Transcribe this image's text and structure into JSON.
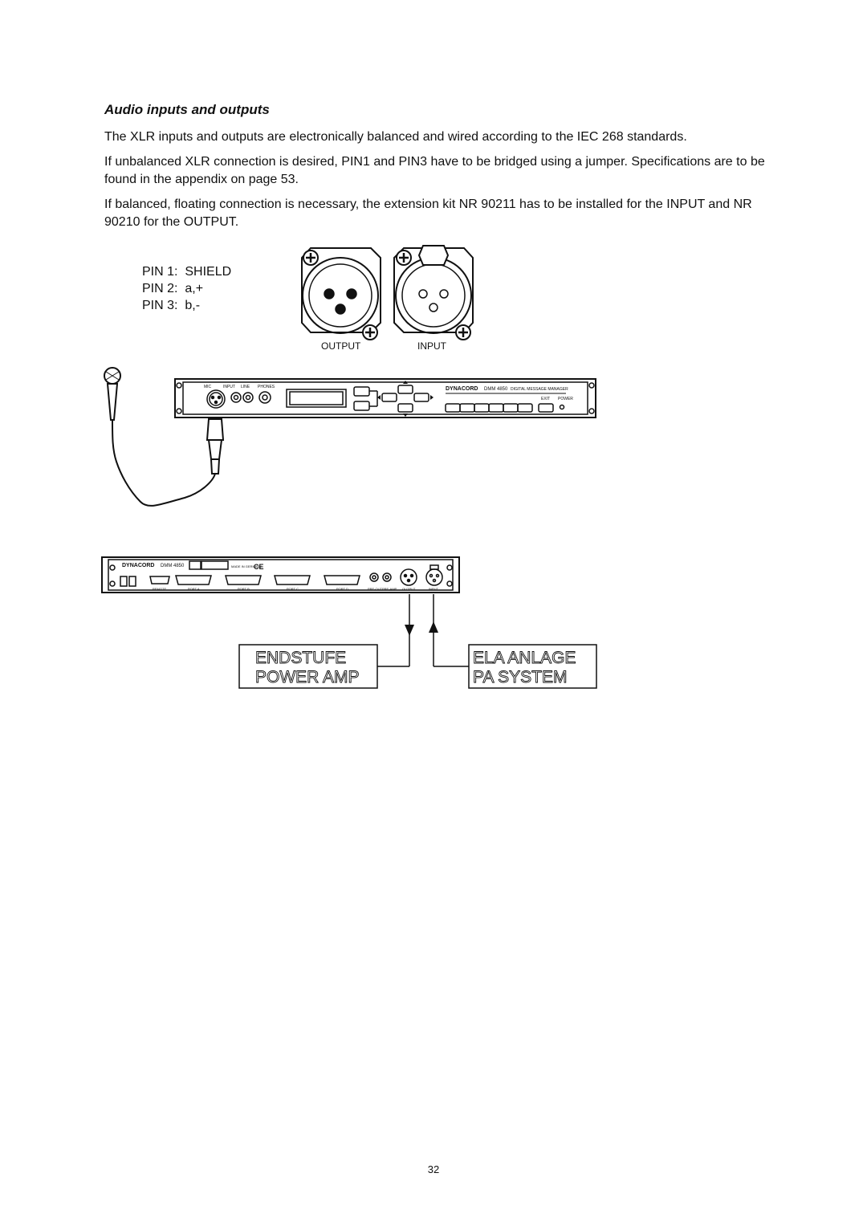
{
  "section": {
    "heading": "Audio inputs and outputs",
    "paragraphs": [
      "The XLR inputs and outputs are electronically balanced and wired according to the IEC 268 standards.",
      "If unbalanced XLR connection is desired, PIN1 and PIN3 have to be bridged using a jumper. Specifications are to be found in the appendix on page 53.",
      "If balanced, floating connection is necessary, the extension kit NR 90211 has to be installed for the INPUT and NR 90210 for the OUTPUT."
    ]
  },
  "pins": [
    "PIN 1:  SHIELD",
    "PIN 2:  a,+",
    "PIN 3:  b,-"
  ],
  "connectors": {
    "output_label": "OUTPUT",
    "input_label": "INPUT"
  },
  "front_panel": {
    "brand": "DYNACORD",
    "model": "DMM 4850",
    "subtitle": "DIGITAL MESSAGE MANAGER",
    "mic_label": "MIC",
    "input_label": "INPUT",
    "line_label": "LINE",
    "phones_label": "PHONES",
    "exit_label": "EXIT",
    "power_label": "POWER"
  },
  "rear_panel": {
    "brand": "DYNACORD",
    "model": "DMM 4850",
    "made_in": "MADE IN GERMANY",
    "ce_mark": "CE",
    "ports": [
      "REMOTE",
      "PORT A",
      "PORT B",
      "PORT C",
      "PORT D"
    ],
    "preout_label": "PRE-OUT",
    "preamp_label": "PRE-AMP",
    "output_label": "OUTPUT",
    "input_label": "INPUT"
  },
  "boxes": {
    "left_line1": "ENDSTUFE",
    "left_line2": "POWER AMP",
    "right_line1": "ELA ANLAGE",
    "right_line2": "PA SYSTEM"
  },
  "page_number": "32"
}
